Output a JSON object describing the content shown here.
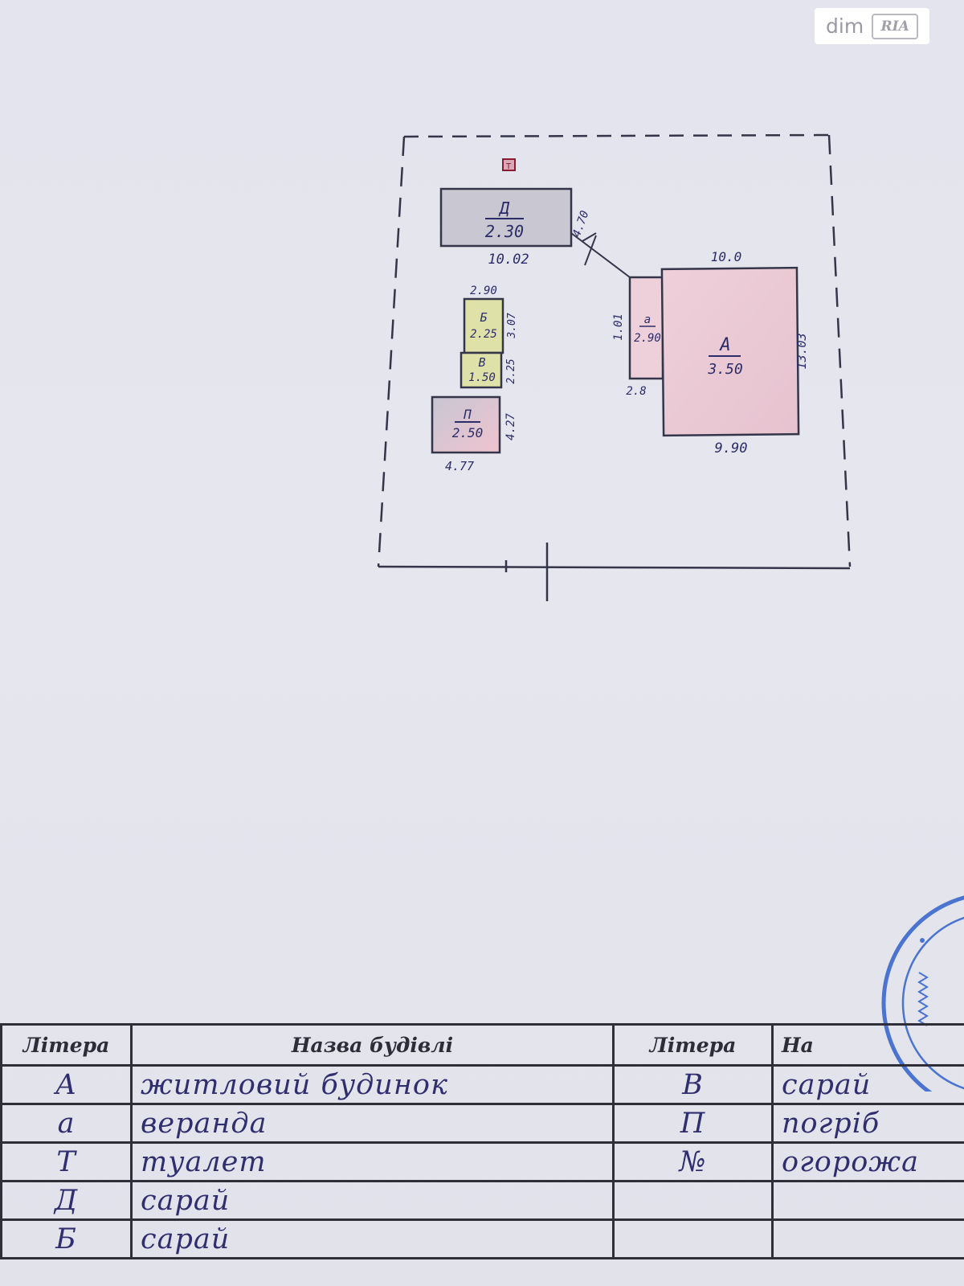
{
  "watermark": {
    "brand": "dim",
    "logo": "RIA"
  },
  "plan": {
    "marker": "T",
    "buildings": [
      {
        "letter": "Д",
        "value": "2.30"
      },
      {
        "letter": "Б",
        "value": "2.25"
      },
      {
        "letter": "В",
        "value": "1.50"
      },
      {
        "letter": "П",
        "value": "2.50"
      },
      {
        "letter": "а",
        "value": "2.90"
      },
      {
        "letter": "А",
        "value": "3.50"
      }
    ],
    "dimensions": [
      "4.70",
      "10.02",
      "2.90",
      "3.07",
      "2.25",
      "4.27",
      "4.77",
      "10.0",
      "1.01",
      "2.8",
      "13.03",
      "9.90"
    ]
  },
  "colors": {
    "pink_fill": "#e9c9d4",
    "yellow_fill": "#dfe2a8",
    "grey_fill": "#c9c8d2",
    "ink": "#2c2c68"
  },
  "table": {
    "headers": [
      "Літера",
      "Назва будівлі",
      "Літера",
      "На"
    ],
    "rows": [
      [
        "А",
        "житловий будинок",
        "В",
        "сарай"
      ],
      [
        "а",
        "веранда",
        "П",
        "погріб"
      ],
      [
        "Т",
        "туалет",
        "№",
        "огорожа"
      ],
      [
        "Д",
        "сарай",
        "",
        ""
      ],
      [
        "Б",
        "сарай",
        "",
        ""
      ]
    ]
  }
}
